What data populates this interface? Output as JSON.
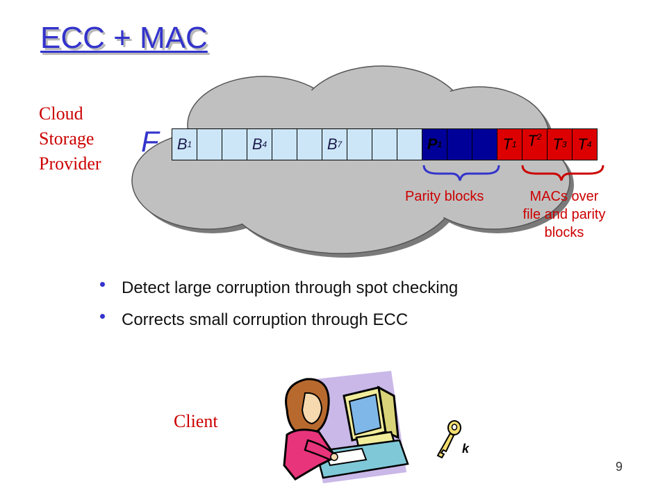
{
  "title": "ECC + MAC",
  "provider_label": [
    "Cloud",
    "Storage",
    "Provider"
  ],
  "file_letter": "F",
  "blocks": [
    {
      "kind": "data",
      "letter": "B",
      "sub": "1"
    },
    {
      "kind": "data",
      "letter": "",
      "sub": ""
    },
    {
      "kind": "data",
      "letter": "",
      "sub": ""
    },
    {
      "kind": "data",
      "letter": "B",
      "sub": "4"
    },
    {
      "kind": "data",
      "letter": "",
      "sub": ""
    },
    {
      "kind": "data",
      "letter": "",
      "sub": ""
    },
    {
      "kind": "data",
      "letter": "B",
      "sub": "7"
    },
    {
      "kind": "data",
      "letter": "",
      "sub": ""
    },
    {
      "kind": "data",
      "letter": "",
      "sub": ""
    },
    {
      "kind": "data",
      "letter": "",
      "sub": ""
    },
    {
      "kind": "parity",
      "letter": "P",
      "sub": "1"
    },
    {
      "kind": "parity",
      "letter": "",
      "sub": ""
    },
    {
      "kind": "parity",
      "letter": "",
      "sub": ""
    },
    {
      "kind": "mac",
      "letter": "T",
      "sub": "1"
    },
    {
      "kind": "mac",
      "letter": "T",
      "sub": "2",
      "raised": true
    },
    {
      "kind": "mac",
      "letter": "T",
      "sub": "3"
    },
    {
      "kind": "mac",
      "letter": "T",
      "sub": "4"
    }
  ],
  "parity_label": "Parity blocks",
  "mac_label": [
    "MACs over",
    "file and parity",
    "blocks"
  ],
  "bullets": [
    "Detect large corruption through spot checking",
    "Corrects small corruption through ECC"
  ],
  "client_label": "Client",
  "key_label": "k",
  "page_number": "9",
  "colors": {
    "title": "#3333cc",
    "label_red": "#cc0000",
    "data_block": "#cce6f7",
    "parity_block": "#000099",
    "mac_block": "#dd0000",
    "cloud": "#c0c0c0"
  },
  "icons": [
    "cloud-shape",
    "brace-icon",
    "woman-at-computer-clipart",
    "key-icon"
  ]
}
